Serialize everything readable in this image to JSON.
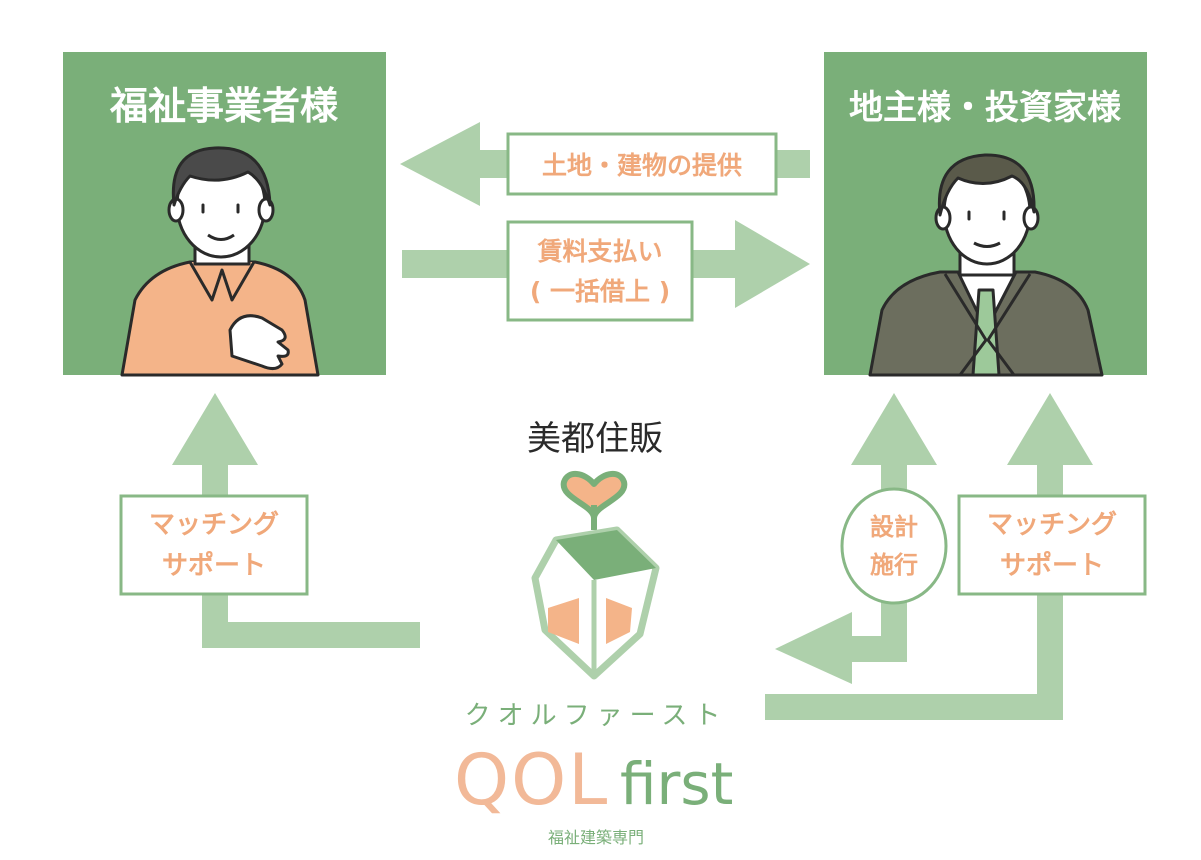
{
  "colors": {
    "panel": "#7aaf79",
    "arrow": "#aed0ab",
    "label_text": "#f0a87a",
    "label_border": "#88b886",
    "heading_text": "#ffffff",
    "dark_text": "#2a2a2a",
    "logo_text": "#f2b998",
    "roof": "#7aaf79"
  },
  "left_panel": {
    "title": "福祉事業者様"
  },
  "right_panel": {
    "title": "地主様・投資家様"
  },
  "flows": {
    "land_provision": "土地・建物の提供",
    "rent_line1": "賃料支払い",
    "rent_line2": "( 一括借上 )"
  },
  "left_support": {
    "line1": "マッチング",
    "line2": "サポート"
  },
  "right_support": {
    "line1": "マッチング",
    "line2": "サポート"
  },
  "design_circle": {
    "line1": "設計",
    "line2": "施行"
  },
  "company": {
    "name": "美都住販",
    "kana": "クオルファースト",
    "logo_qol": "QOL",
    "logo_first": "first",
    "tagline": "福祉建築専門"
  },
  "icons": [
    "heart-sprout-icon",
    "house-icon",
    "person-casual-icon",
    "person-suit-icon"
  ]
}
